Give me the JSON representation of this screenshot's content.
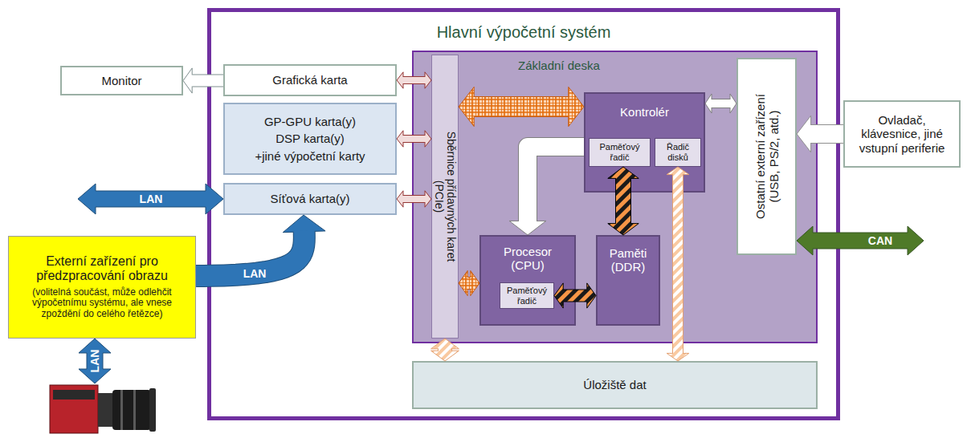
{
  "diagram": {
    "nodes": [
      {
        "text": [
          "Hlavní výpočetní systém"
        ]
      },
      {
        "text": [
          "Monitor"
        ]
      },
      {
        "text": [
          "Grafická karta"
        ],
        "in": 0
      },
      {
        "text": [
          "GP-GPU karta(y)",
          "DSP karta(y)",
          "+jiné výpočetní karty"
        ],
        "in": 0
      },
      {
        "text": [
          "Síťová karta(y)"
        ],
        "in": 0
      },
      {
        "text": [
          "Základní deska"
        ],
        "in": 0
      },
      {
        "text": [
          "Sběrnice přídavných karet (PCIe)"
        ],
        "in": 5
      },
      {
        "text": [
          "Kontrolér"
        ],
        "in": 5
      },
      {
        "text": [
          "Paměťový řadič"
        ],
        "in": 7
      },
      {
        "text": [
          "Řadič disků"
        ],
        "in": 7
      },
      {
        "text": [
          "Ostatní externí zařízení (USB, PS/2, atd.)"
        ],
        "in": 5
      },
      {
        "text": [
          "Procesor (CPU)"
        ],
        "in": 5
      },
      {
        "text": [
          "Paměťový řadič"
        ],
        "in": 11
      },
      {
        "text": [
          "Paměti (DDR)"
        ],
        "in": 5
      },
      {
        "text": [
          "Úložiště dat"
        ],
        "in": 0
      },
      {
        "text": [
          "Ovladač, klávesnice, jiné vstupní periferie"
        ]
      },
      {
        "text": [
          "Externí zařízení pro předzpracování obrazu",
          "(volitelná součást, může odlehčit výpočetnímu systému, ale vnese zpoždění do celého řetězce)"
        ]
      }
    ],
    "edges": [
      {
        "from": 2,
        "to": 1,
        "arrow": "to"
      },
      {
        "from": 2,
        "to": 6,
        "arrow": "both"
      },
      {
        "from": 3,
        "to": 6,
        "arrow": "both"
      },
      {
        "from": 4,
        "to": 6,
        "arrow": "both"
      },
      {
        "from": 16,
        "to": 4,
        "arrow": "to",
        "label": "LAN"
      },
      {
        "from": 6,
        "to": 7,
        "arrow": "both"
      },
      {
        "from": 7,
        "to": 11,
        "arrow": "to"
      },
      {
        "from": 7,
        "to": 10,
        "arrow": "both"
      },
      {
        "from": 15,
        "to": 10,
        "arrow": "to"
      },
      {
        "from": 8,
        "to": 13,
        "arrow": "both"
      },
      {
        "from": 9,
        "to": 14,
        "arrow": "both"
      },
      {
        "from": 6,
        "to": 11,
        "arrow": "both"
      },
      {
        "from": 12,
        "to": 13,
        "arrow": "both"
      },
      {
        "from": 6,
        "to": 14,
        "arrow": "both"
      }
    ],
    "labels": [
      "LAN",
      "LAN",
      "CAN"
    ]
  }
}
